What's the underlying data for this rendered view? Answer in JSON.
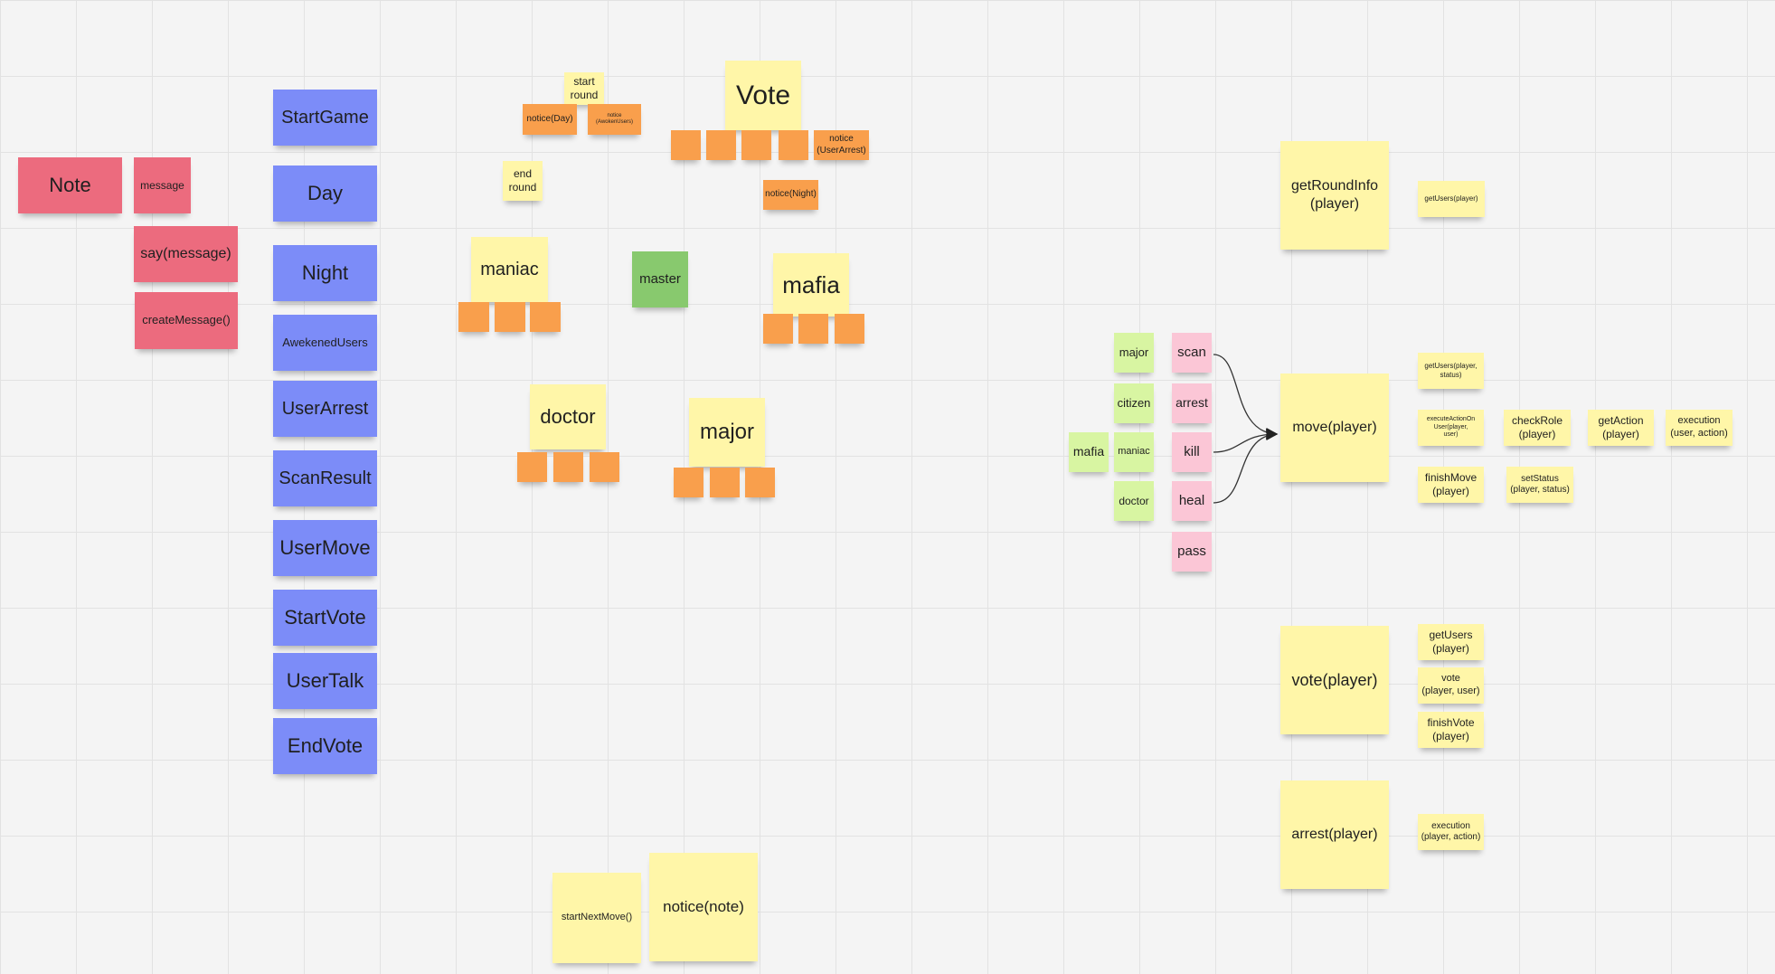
{
  "legend": {
    "note": "Note",
    "message": "message",
    "say": "say(message)",
    "create": "createMessage()"
  },
  "messages": [
    "StartGame",
    "Day",
    "Night",
    "AwekenedUsers",
    "UserArrest",
    "ScanResult",
    "UserMove",
    "StartVote",
    "UserTalk",
    "EndVote"
  ],
  "round": {
    "start": "start\nround",
    "notice_day": "notice(Day)",
    "notice_awoken": "notice\n(AwokenUsers)",
    "end": "end\nround"
  },
  "vote": {
    "title": "Vote",
    "notice_arrest": "notice\n(UserArrest)",
    "notice_night": "notice(Night)"
  },
  "roles": {
    "master": "master",
    "maniac": "maniac",
    "mafia": "mafia",
    "doctor": "doctor",
    "major": "major"
  },
  "roles_panel": {
    "roles": [
      "major",
      "citizen",
      "maniac",
      "doctor"
    ],
    "mafia": "mafia",
    "actions": [
      "scan",
      "arrest",
      "kill",
      "heal",
      "pass"
    ]
  },
  "api": {
    "round_info": "getRoundInfo\n(player)",
    "round_info_calls": [
      "getUsers(player)"
    ],
    "move": "move(player)",
    "move_calls": [
      "getUsers(player,\nstatus)",
      "executeActionOn\nUser(player,\nuser)",
      "checkRole\n(player)",
      "getAction\n(player)",
      "execution\n(user, action)",
      "finishMove\n(player)",
      "setStatus\n(player, status)"
    ],
    "vote": "vote(player)",
    "vote_calls": [
      "getUsers\n(player)",
      "vote\n(player, user)",
      "finishVote\n(player)"
    ],
    "arrest": "arrest(player)",
    "arrest_calls": [
      "execution\n(player, action)"
    ]
  },
  "bottom": {
    "start_next_move": "startNextMove()",
    "notice_note": "notice(note)"
  },
  "colors": {
    "red": "#ec6b7e",
    "blue": "#7c8cf8",
    "yellow": "#fff6a8",
    "orange": "#f99f4c",
    "green": "#88c96e",
    "light_green": "#d8f5a2",
    "pink": "#fbc6d6"
  }
}
